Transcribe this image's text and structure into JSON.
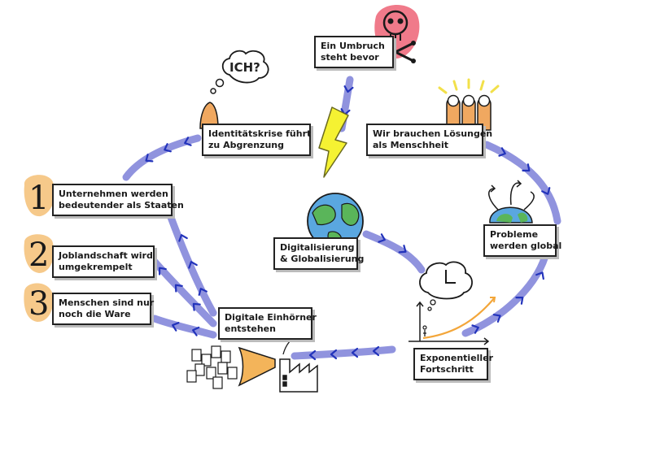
{
  "colors": {
    "arrow": "#7d80d8",
    "chevron": "#2233bb",
    "number_blob": "#f6c98a",
    "danger_blob": "#f07a8a",
    "lightning": "#f5f232",
    "person": "#f0a860",
    "earth_water": "#5aa7e0",
    "earth_land": "#5ab55a",
    "horn": "#f3b45a"
  },
  "boxes": {
    "umbruch": [
      "Ein Umbruch",
      "steht bevor"
    ],
    "identitaet": [
      "Identitätskrise führt",
      "zu Abgrenzung"
    ],
    "loesungen": [
      "Wir brauchen Lösungen",
      "als Menschheit"
    ],
    "unternehmen": [
      "Unternehmen werden",
      "bedeutender als Staaten"
    ],
    "joblandschaft": [
      "Joblandschaft wird",
      "umgekrempelt"
    ],
    "menschen": [
      "Menschen sind nur",
      "noch die Ware"
    ],
    "digitalisierung": [
      "Digitalisierung",
      "& Globalisierung"
    ],
    "probleme": [
      "Probleme",
      "werden global"
    ],
    "einhoerner": [
      "Digitale Einhörner",
      "entstehen"
    ],
    "fortschritt": [
      "Exponentieller",
      "Fortschritt"
    ]
  },
  "numbers": [
    "1",
    "2",
    "3"
  ],
  "thought_text": "ICH?",
  "icons": [
    "skull-crossbones-icon",
    "lightning-icon",
    "thinking-person-icon",
    "three-people-icon",
    "earth-icon",
    "clock-icon",
    "factory-icon",
    "horn-icon",
    "documents-icon"
  ]
}
